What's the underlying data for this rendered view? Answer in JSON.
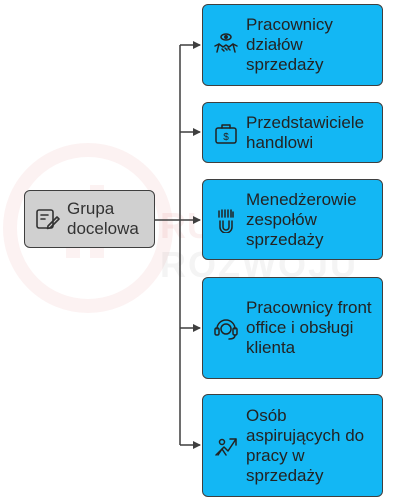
{
  "diagram": {
    "source": {
      "label": "Grupa docelowa",
      "icon": "notepad-pen-icon"
    },
    "targets": [
      {
        "label": "Pracownicy działów sprzedaży",
        "icon": "handshake-eye-icon"
      },
      {
        "label": "Przedstawiciele handlowi",
        "icon": "briefcase-dollar-icon"
      },
      {
        "label": "Menedżerowie zespołów sprzedaży",
        "icon": "hands-magnet-icon"
      },
      {
        "label": "Pracownicy front office i obsługi klienta",
        "icon": "headset-support-icon"
      },
      {
        "label": "Osób aspirujących do pracy w sprzedaży",
        "icon": "growth-arrow-icon"
      }
    ]
  },
  "watermark": {
    "line1": "RUM",
    "line2": "ROZWOJU"
  },
  "colors": {
    "target_fill": "#13b7f4",
    "source_fill": "#d0d0d0",
    "stroke": "#3f3f3f"
  }
}
